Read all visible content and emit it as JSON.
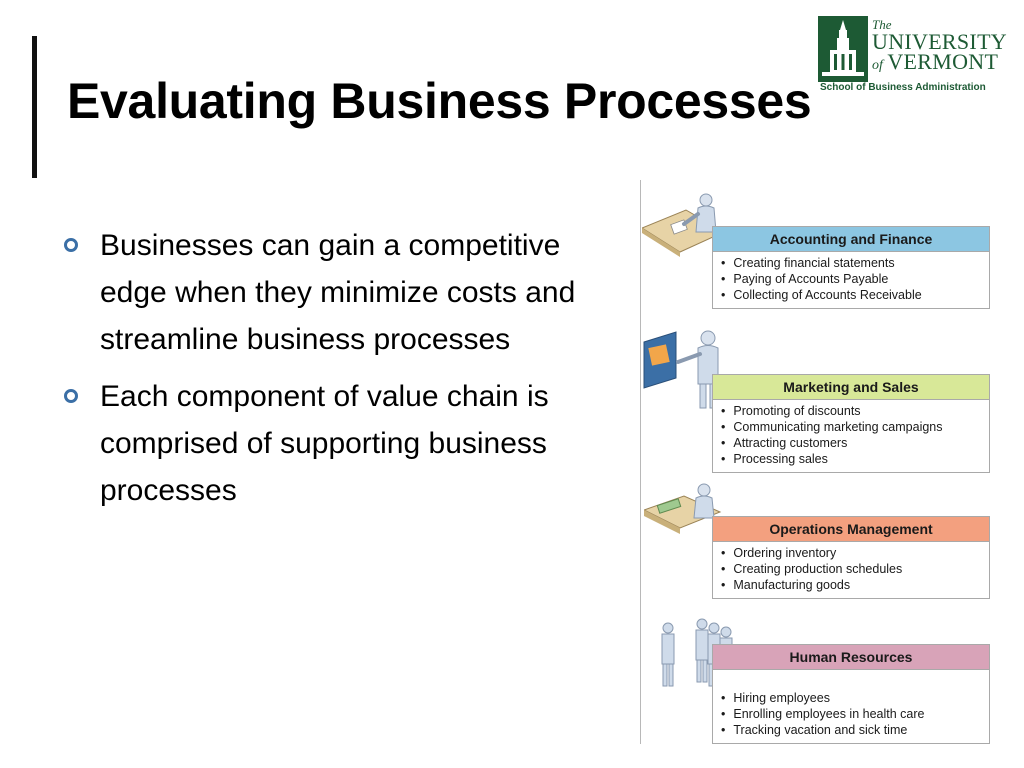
{
  "slide": {
    "title": "Evaluating Business Processes",
    "bullets": [
      "Businesses can gain a competitive edge when they minimize costs and streamline business processes",
      "Each component of value chain is comprised of supporting business processes"
    ]
  },
  "logo": {
    "the": "The",
    "university": "UNIVERSITY",
    "of": "of",
    "vermont": "VERMONT",
    "school": "School of Business Administration"
  },
  "figure": {
    "departments": [
      {
        "name": "Accounting and Finance",
        "color": "#8cc6e2",
        "items": [
          "Creating financial statements",
          "Paying of Accounts Payable",
          "Collecting of Accounts Receivable"
        ]
      },
      {
        "name": "Marketing and Sales",
        "color": "#d8e898",
        "items": [
          "Promoting of discounts",
          "Communicating marketing campaigns",
          "Attracting customers",
          "Processing sales"
        ]
      },
      {
        "name": "Operations Management",
        "color": "#f3a07f",
        "items": [
          "Ordering inventory",
          "Creating production schedules",
          "Manufacturing goods"
        ]
      },
      {
        "name": "Human Resources",
        "color": "#d8a3b8",
        "items": [
          "Hiring employees",
          "Enrolling employees in health care",
          "Tracking vacation and sick time"
        ]
      }
    ]
  }
}
